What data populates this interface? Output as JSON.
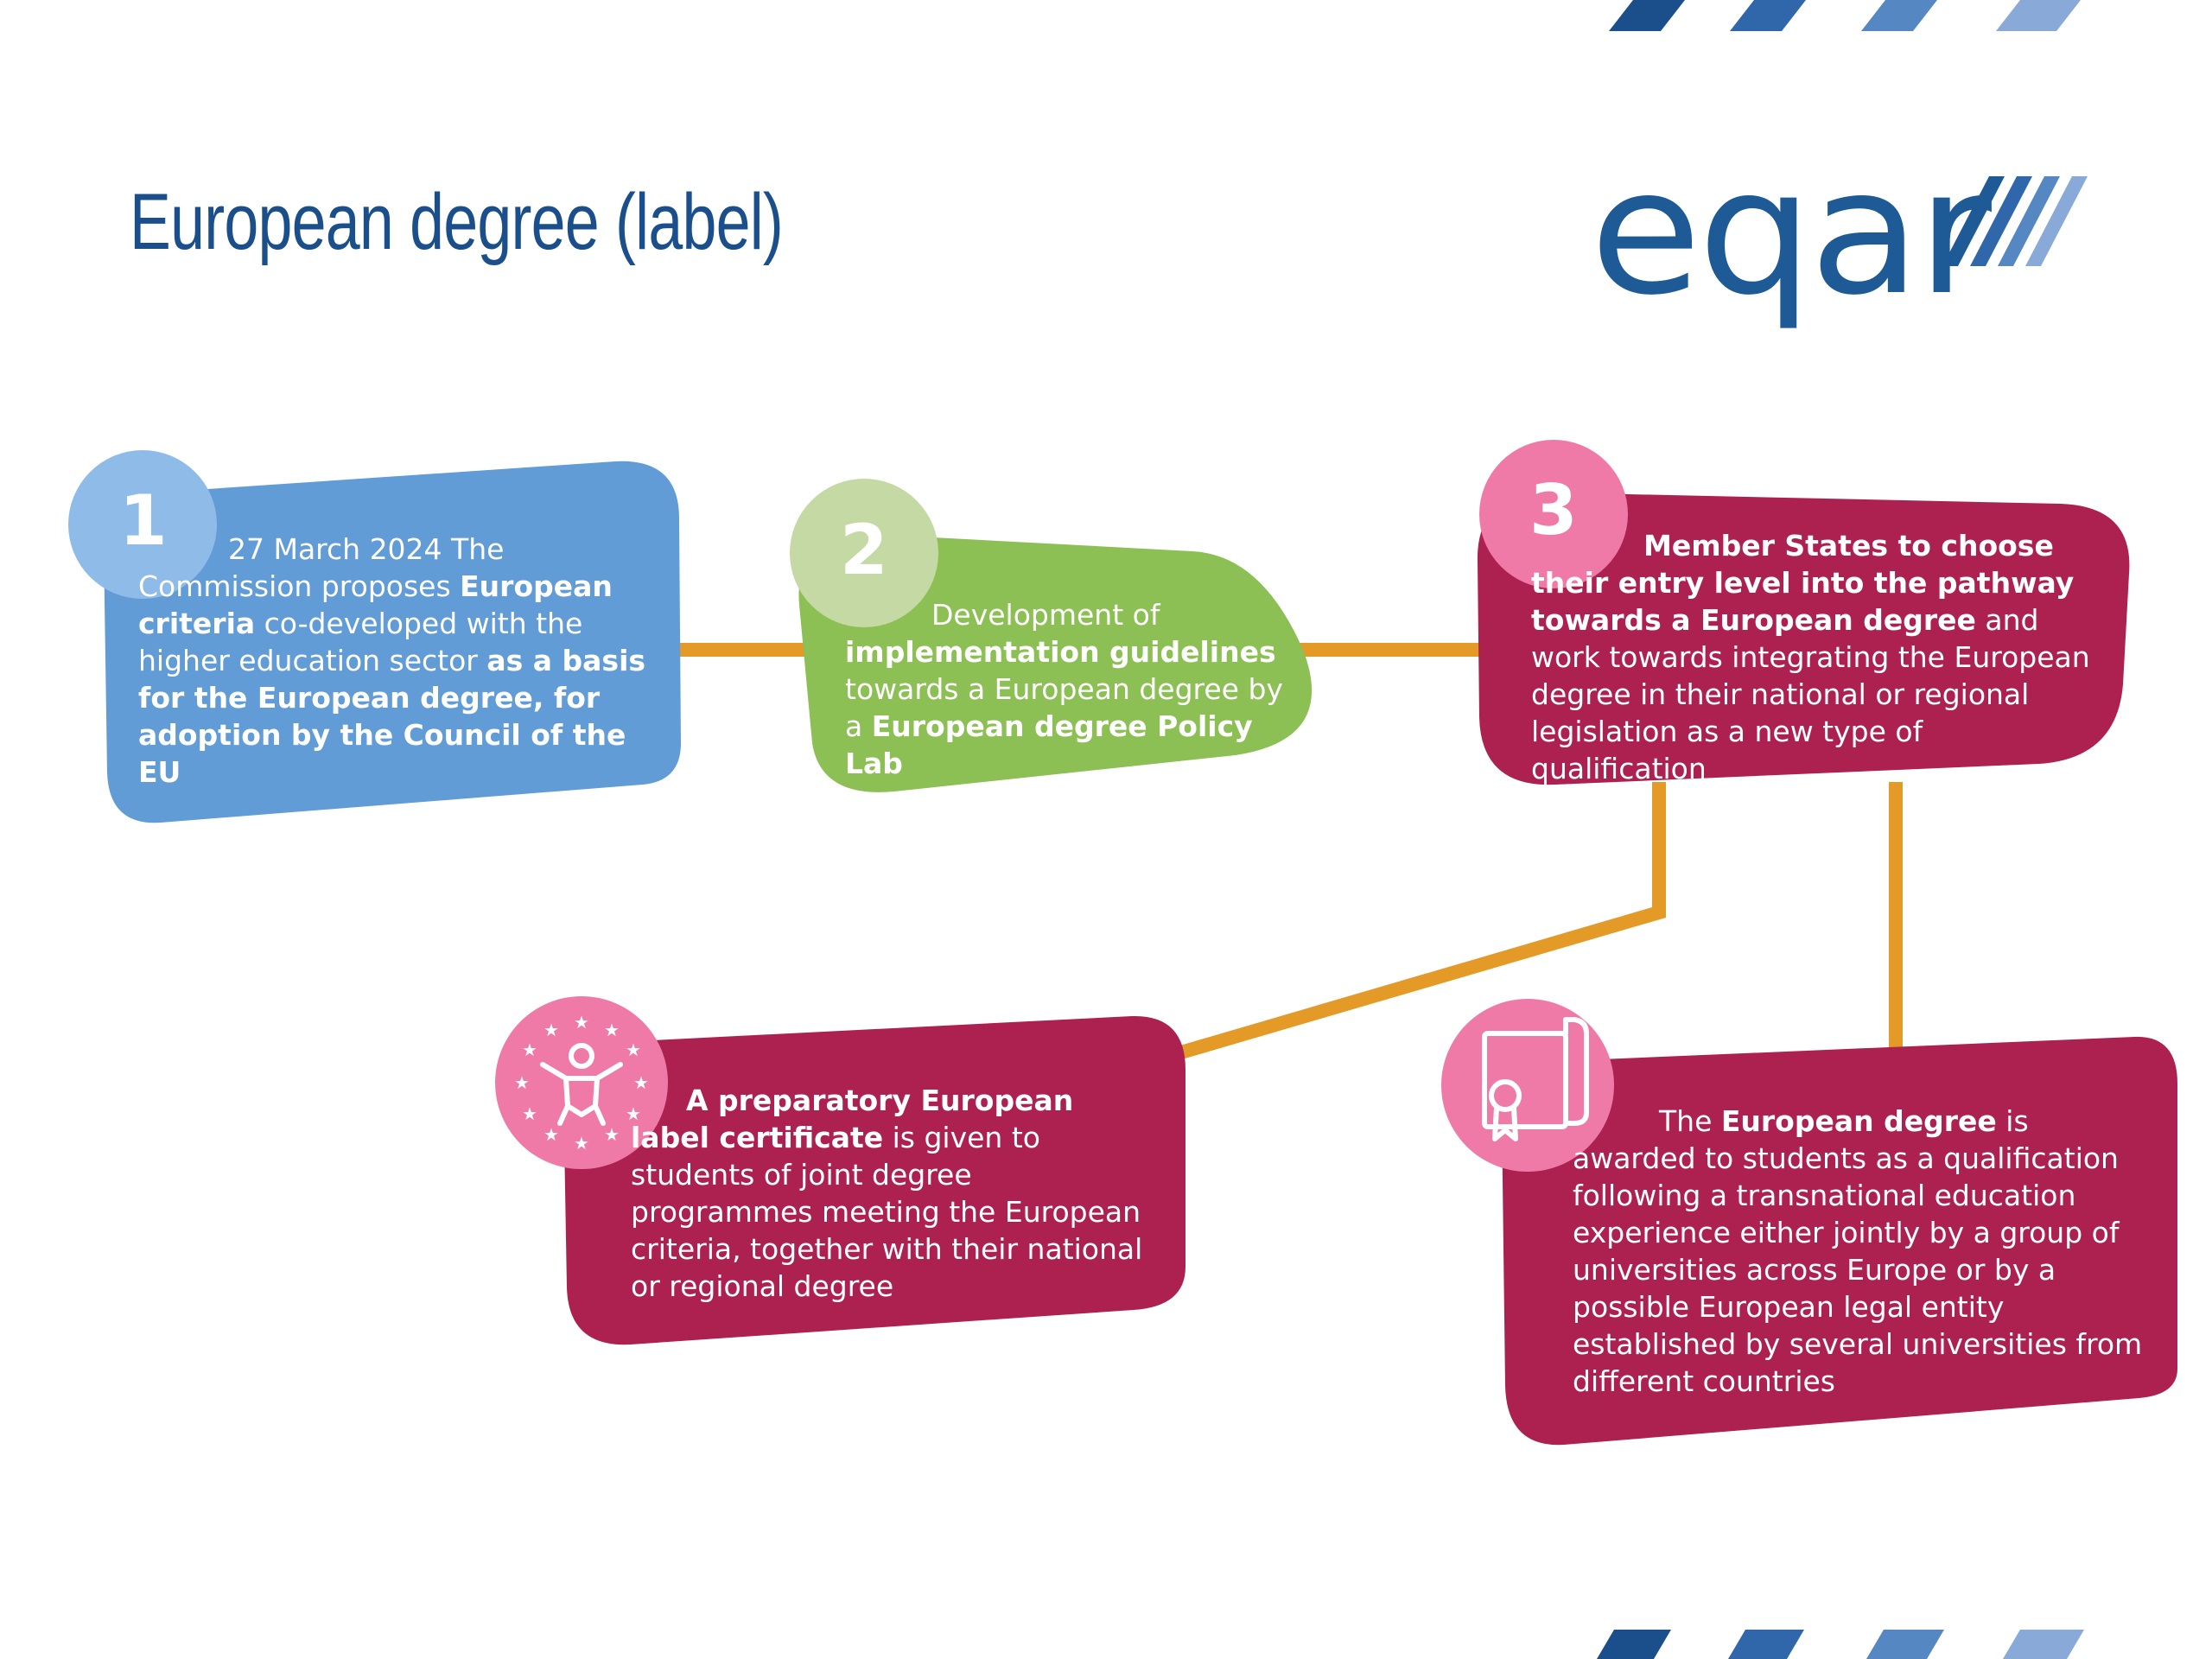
{
  "title": "European degree (label)",
  "logo_text": "eqar",
  "colors": {
    "title": "#1b4f8c",
    "logo": "#1d5a96",
    "step1": "#629cd6",
    "step1_circle": "#8fbbe9",
    "step2": "#8cbf54",
    "step2_circle": "#c4d9a4",
    "step3": "#ad2150",
    "pink_circle": "#f07aa7",
    "connector": "#e39a26",
    "stripes": [
      "#1b4f8c",
      "#2f67aa",
      "#5587c2",
      "#89a9d8"
    ]
  },
  "steps": [
    {
      "number": "1",
      "t1": "27 March 2024 The Commission proposes ",
      "b1": "European criteria",
      "t2": " co-developed with the higher education sector ",
      "b2": "as a basis for the European degree, for adoption by the Council of the EU"
    },
    {
      "number": "2",
      "t1": "Development of ",
      "b1": "implementation guidelines",
      "t2": " towards a European degree by a ",
      "b2": "European degree Policy Lab"
    },
    {
      "number": "3",
      "b1": "Member States to choose their entry level into the pathway towards a European degree",
      "t1": " and work towards integrating the European degree in their national or regional legislation as a new type of qualification"
    }
  ],
  "outcomes": [
    {
      "icon": "person-stars-icon",
      "b1": "A preparatory European label certificate",
      "t1": " is given to students of joint degree programmes meeting the European criteria, together with their national or regional degree"
    },
    {
      "icon": "diploma-icon",
      "t1": "The ",
      "b1": "European degree",
      "t2": " is awarded to students as a qualification following a transnational education experience either jointly by a group of universities across Europe or by a possible European legal entity established by several universities from different countries"
    }
  ]
}
